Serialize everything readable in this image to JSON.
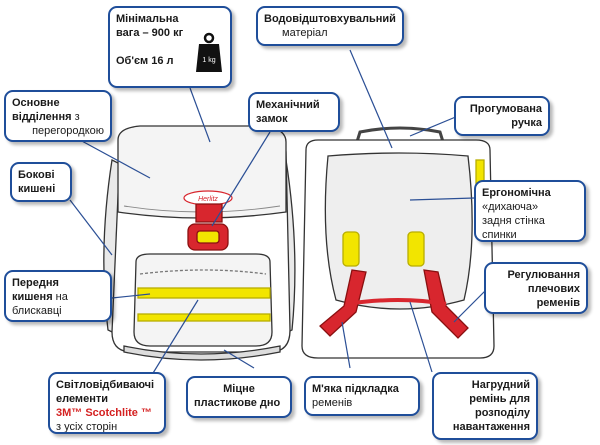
{
  "colors": {
    "callout_border": "#1f4e9a",
    "leader_line": "#2b4f95",
    "strap_red": "#d8262e",
    "reflector_yellow": "#f2e500",
    "pack_outline": "#333333"
  },
  "callouts": {
    "weight": {
      "line1": "Мінімальна",
      "line2": "вага – 900 кг",
      "line3": "Об'єм 16 л"
    },
    "weight_icon": {
      "name": "weight-icon",
      "label": "1 kg"
    },
    "waterproof": {
      "bold": "Водовідштовхувальний",
      "light": "матеріал"
    },
    "main_compartment": {
      "bold1": "Основне",
      "bold2": "відділення",
      "light1": " з",
      "light2": "перегородкою"
    },
    "lock": {
      "line1": "Механічний",
      "line2": "замок"
    },
    "handle": {
      "line1": "Прогумована",
      "line2": "ручка"
    },
    "side_pockets": {
      "line1": "Бокові",
      "line2": "кишені"
    },
    "ergonomic": {
      "bold": "Ергономічна",
      "light1": "«дихаюча»",
      "light2": "задня стінка",
      "light3": "спинки"
    },
    "front_pocket": {
      "bold1": "Передня",
      "bold2": "кишеня",
      "light1": " на",
      "light2": "блискавці"
    },
    "straps_adjust": {
      "line1": "Регулювання",
      "line2": "плечових",
      "line3": "ременів"
    },
    "reflective": {
      "line1": "Світловідбиваючі",
      "line2": "елементи",
      "red": "3M™ Scotchlite ™",
      "light": "з усіх сторін"
    },
    "bottom": {
      "line1": "Міцне",
      "line2": "пластикове дно"
    },
    "padding": {
      "bold": "М'яка підкладка",
      "light": "ременів"
    },
    "chest_strap": {
      "line1": "Нагрудний",
      "line2": "ремінь для",
      "line3": "розподілу",
      "line4": "навантаження"
    }
  }
}
